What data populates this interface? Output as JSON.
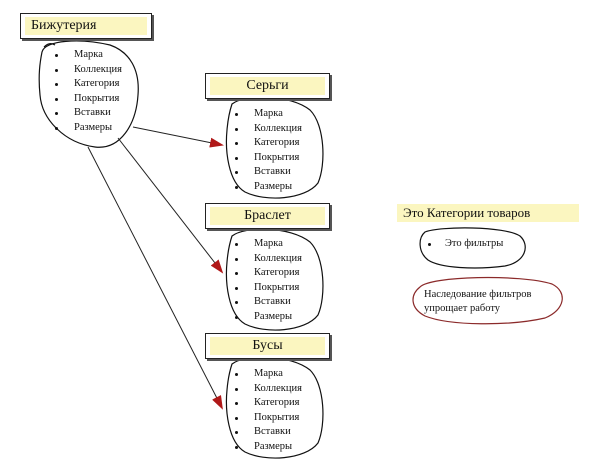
{
  "diagram": {
    "parent": {
      "title": "Бижутерия",
      "attributes": [
        "Марка",
        "Коллекция",
        "Категория",
        "Покрытия",
        "Вставки",
        "Размеры"
      ]
    },
    "children": [
      {
        "title": "Серьги",
        "attributes": [
          "Марка",
          "Коллекция",
          "Категория",
          "Покрытия",
          "Вставки",
          "Размеры"
        ]
      },
      {
        "title": "Браслет",
        "attributes": [
          "Марка",
          "Коллекция",
          "Категория",
          "Покрытия",
          "Вставки",
          "Размеры"
        ]
      },
      {
        "title": "Бусы",
        "attributes": [
          "Марка",
          "Коллекция",
          "Категория",
          "Покрытия",
          "Вставки",
          "Размеры"
        ]
      }
    ],
    "legend": {
      "title": "Это Категории товаров",
      "item": "Это фильтры",
      "note_line1": "Наследование фильтров",
      "note_line2": "упрощает работу"
    },
    "colors": {
      "title_fill": "#fbf6c0",
      "arrow_head": "#b01818",
      "note_outline": "#8b2a2a"
    }
  }
}
